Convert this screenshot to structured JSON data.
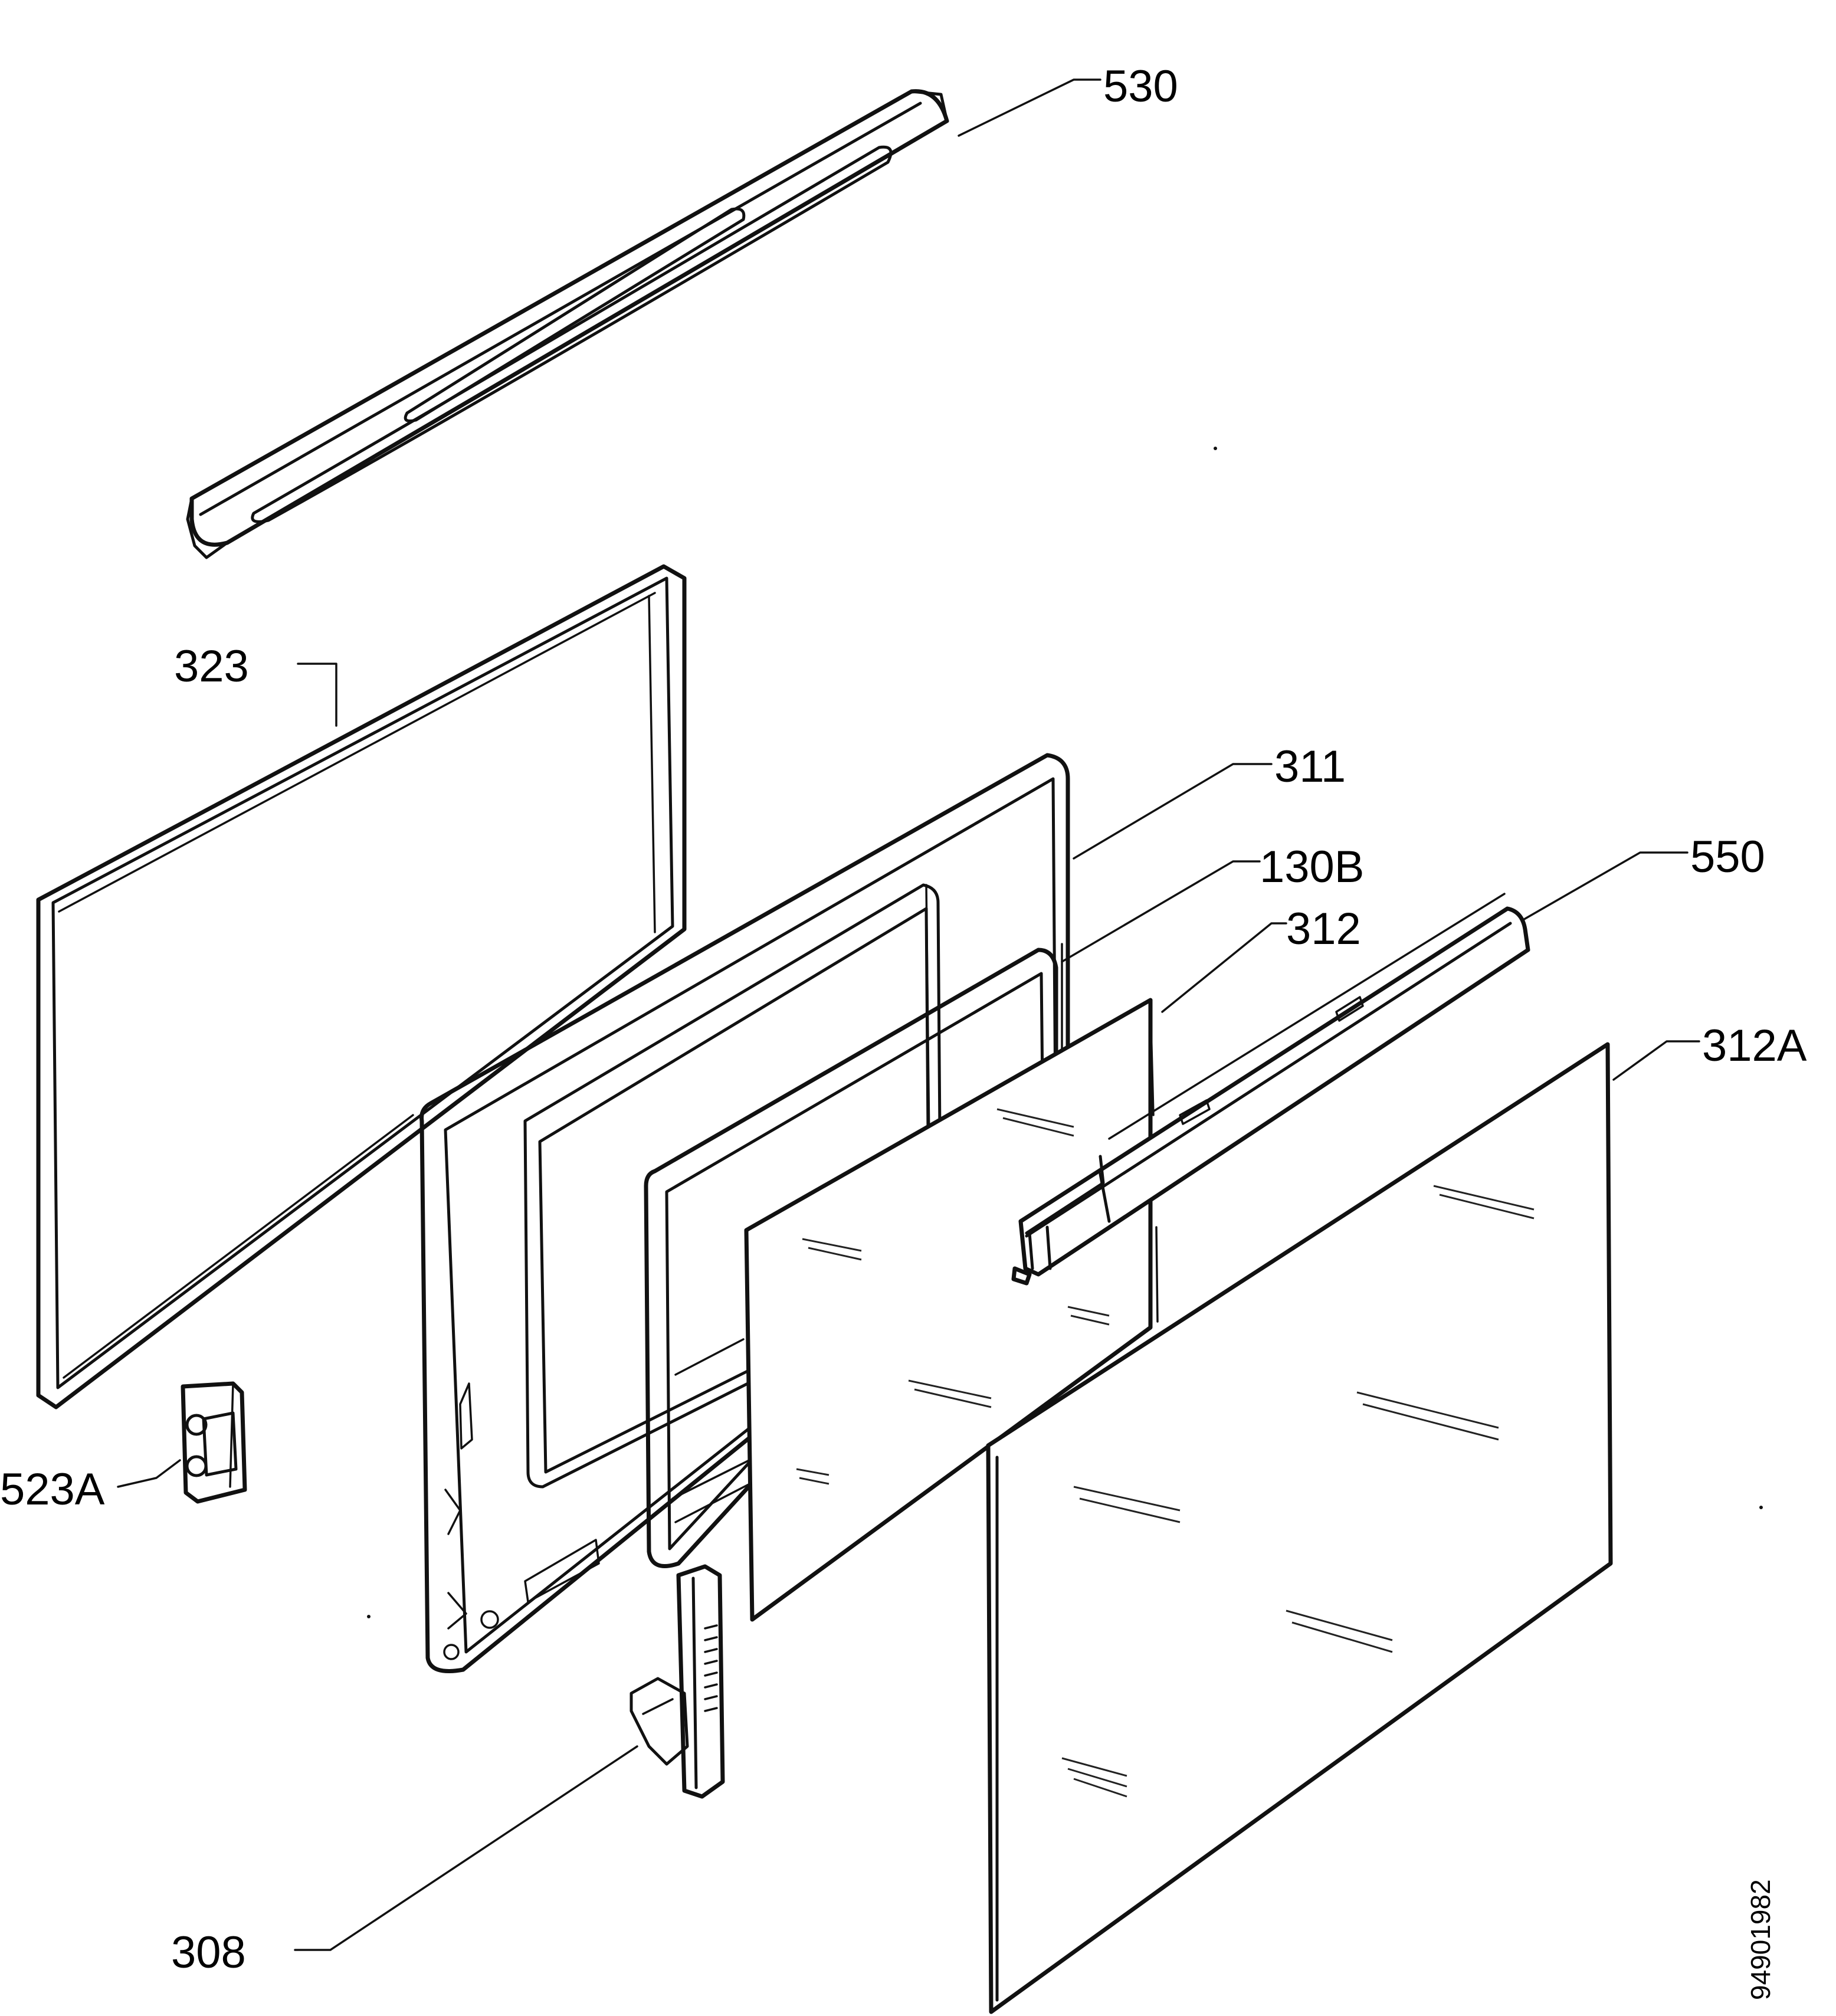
{
  "colors": {
    "ink": "#111111",
    "paper": "#ffffff"
  },
  "labels": {
    "p530": "530",
    "p323": "323",
    "p311": "311",
    "p130b": "130B",
    "p312": "312",
    "p550": "550",
    "p312a": "312A",
    "p523a": "523A",
    "p308": "308"
  },
  "figure_code": "94901982"
}
